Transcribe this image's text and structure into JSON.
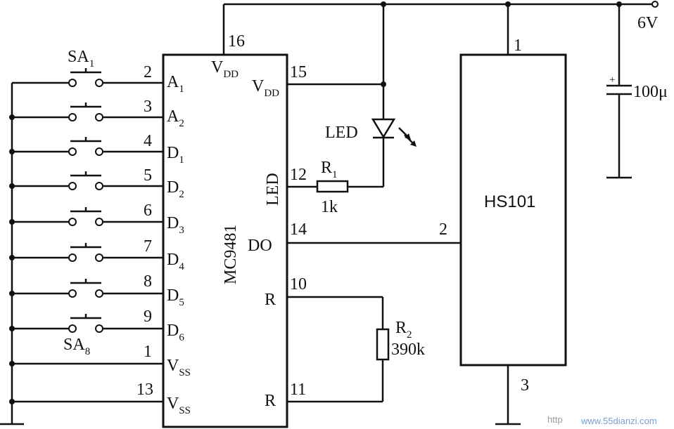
{
  "supply": {
    "voltage": "6V",
    "capacitor": "100μ",
    "cap_plus": "+"
  },
  "ic_main": {
    "name": "MC9481",
    "vdd_pin_num": "16",
    "vdd_pin_label": "V",
    "vdd_pin_sub": "DD",
    "vdd2_pin_num": "15",
    "vdd2_pin_label": "V",
    "vdd2_pin_sub": "DD",
    "led_pin_num": "12",
    "led_pin_label": "LED",
    "do_pin_num": "14",
    "do_pin_label": "DO",
    "r1_pin_num": "10",
    "r1_pin_label": "R",
    "r2_pin_num": "11",
    "r2_pin_label": "R",
    "left_pins": [
      {
        "num": "2",
        "label": "A",
        "sub": "1"
      },
      {
        "num": "3",
        "label": "A",
        "sub": "2"
      },
      {
        "num": "4",
        "label": "D",
        "sub": "1"
      },
      {
        "num": "5",
        "label": "D",
        "sub": "2"
      },
      {
        "num": "6",
        "label": "D",
        "sub": "3"
      },
      {
        "num": "7",
        "label": "D",
        "sub": "4"
      },
      {
        "num": "8",
        "label": "D",
        "sub": "5"
      },
      {
        "num": "9",
        "label": "D",
        "sub": "6"
      },
      {
        "num": "1",
        "label": "V",
        "sub": "SS"
      },
      {
        "num": "13",
        "label": "V",
        "sub": "SS"
      }
    ]
  },
  "switches": {
    "first": "SA",
    "first_sub": "1",
    "last": "SA",
    "last_sub": "8"
  },
  "led": {
    "label": "LED"
  },
  "r1": {
    "name": "R",
    "sub": "1",
    "value": "1k"
  },
  "r2": {
    "name": "R",
    "sub": "2",
    "value": "390k"
  },
  "ic_rf": {
    "name": "HS101",
    "pin1": "1",
    "pin2": "2",
    "pin3": "3"
  },
  "watermark": {
    "left": "http",
    "right": "www.55dianzi.com"
  }
}
